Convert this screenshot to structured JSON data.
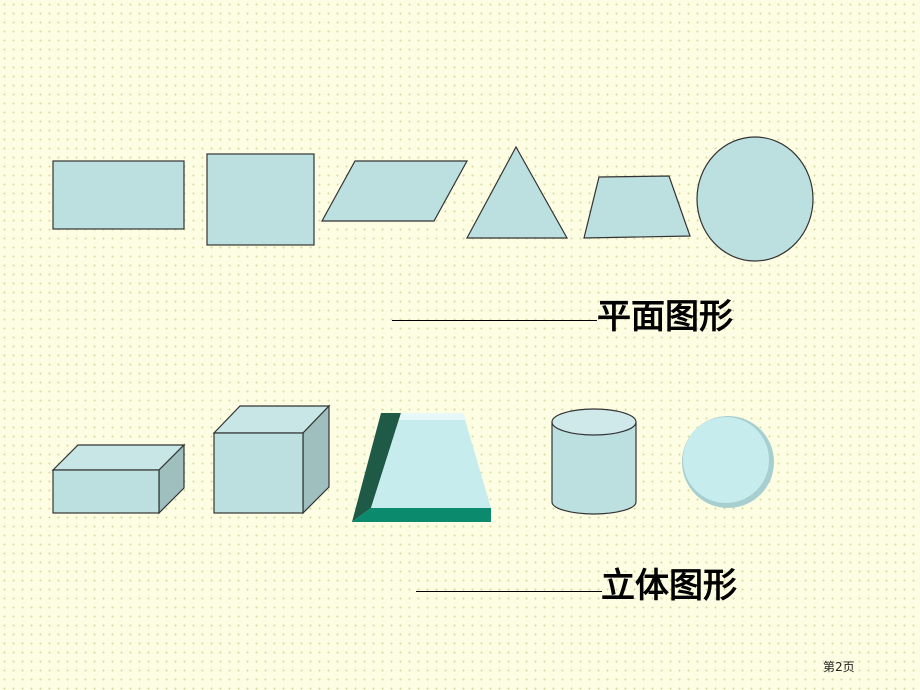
{
  "plane_section": {
    "caption": "平面图形"
  },
  "solid_section": {
    "caption": "立体图形"
  },
  "footer": {
    "page_label": "第2页"
  },
  "colors": {
    "shape_fill": "#bcdfe0",
    "shape_stroke": "#333333",
    "solid_side": "#9fbebe",
    "frustum_dark": "#1f5a47",
    "frustum_band": "#0b8a6e",
    "frustum_face": "#c6ecee",
    "background": "#fdfde4"
  }
}
